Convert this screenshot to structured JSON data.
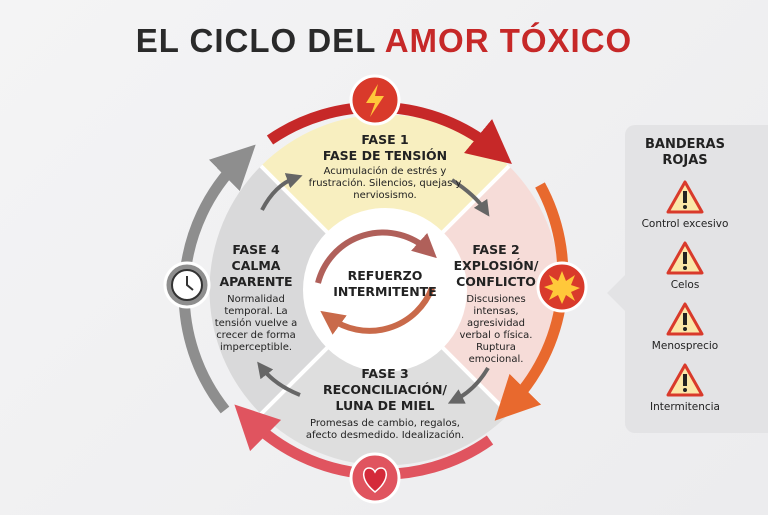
{
  "title": {
    "part1": "EL CICLO DEL ",
    "part2": "AMOR TÓXICO"
  },
  "center": {
    "line1": "REFUERZO",
    "line2": "INTERMITENTE"
  },
  "phases": [
    {
      "num": "FASE 1",
      "name": "FASE DE TENSIÓN",
      "desc": "Acumulación de estrés y frustración. Silencios, quejas y nerviosismo.",
      "icon": "lightning-icon"
    },
    {
      "num": "FASE 2",
      "name": "EXPLOSIÓN/ CONFLICTO",
      "desc": "Discusiones intensas, agresividad verbal o física. Ruptura emocional.",
      "icon": "explosion-icon"
    },
    {
      "num": "FASE 3",
      "name": "RECONCILIACIÓN/ LUNA DE MIEL",
      "desc": "Promesas de cambio, regalos, afecto desmedido. Idealización.",
      "icon": "heart-icon"
    },
    {
      "num": "FASE 4",
      "name": "CALMA APARENTE",
      "desc": "Normalidad temporal. La tensión vuelve a crecer de forma imperceptible.",
      "icon": "clock-icon"
    }
  ],
  "red_flags": {
    "title": "BANDERAS ROJAS",
    "items": [
      "Control excesivo",
      "Celos",
      "Menosprecio",
      "Intermitencia"
    ]
  },
  "colors": {
    "red": "#c62828",
    "orange": "#e8692e",
    "pink": "#e0545f",
    "gray": "#8e8e8e",
    "yellow": "#f8efc0"
  }
}
